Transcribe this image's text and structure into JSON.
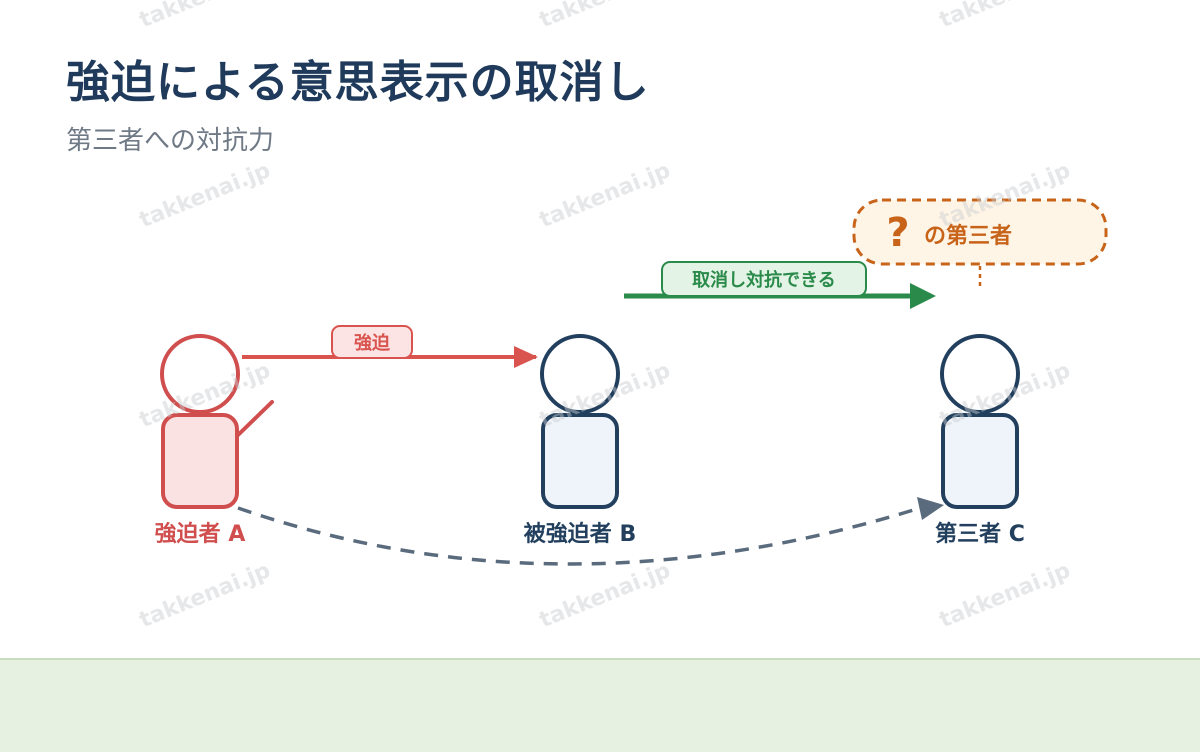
{
  "title": "強迫による意思表示の取消し",
  "subtitle": "第三者への対抗力",
  "persons": {
    "a": {
      "label": "強迫者 A",
      "color": "#d04e4e"
    },
    "b": {
      "label": "被強迫者 B",
      "color": "#22405e"
    },
    "c": {
      "label": "第三者 C",
      "color": "#22405e"
    }
  },
  "arrows": {
    "coercion_label": "強迫",
    "can_cancel_label": "取消し対抗できる"
  },
  "third_party_callout": {
    "mark": "?",
    "text": "の第三者"
  },
  "watermark": "takkenai.jp",
  "colors": {
    "coercion": "#d9534f",
    "victim": "#22405e",
    "green": "#2a8a4a",
    "orange": "#c8641a",
    "dashed": "#596b7d"
  }
}
